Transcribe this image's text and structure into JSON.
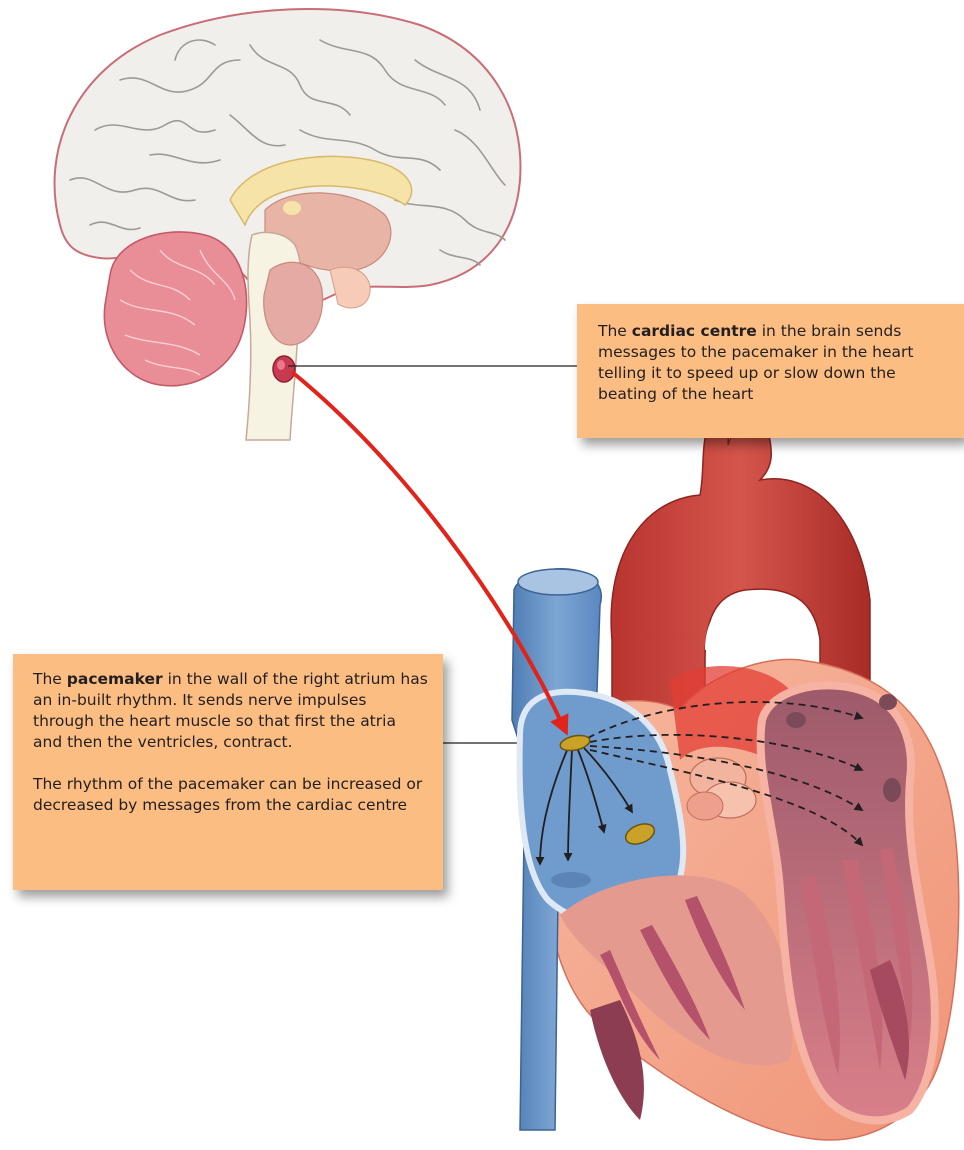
{
  "cardiac_callout": {
    "before": "The ",
    "bold": "cardiac centre",
    "after": " in the brain sends messages to the pacemaker in the heart telling it to speed up or slow down the beating of the heart"
  },
  "pacemaker_callout": {
    "before": "The ",
    "bold": "pacemaker",
    "after": " in the wall of the right atrium has an in-built rhythm. It sends nerve impulses through the heart muscle so that first the atria and then the ventricles, contract.",
    "paragraph2": "The rhythm of the pacemaker can be increased or decreased by messages from the cardiac centre"
  },
  "colors": {
    "callout_background": "#fbbd82",
    "signal_arrow": "#e2231a",
    "brain_cortex": "#f0efeb",
    "cerebellum": "#e98d96",
    "vena_cava": "#5f8fc4",
    "aorta": "#c8403a",
    "heart_muscle": "#f4a58b",
    "node": "#c9a227"
  }
}
